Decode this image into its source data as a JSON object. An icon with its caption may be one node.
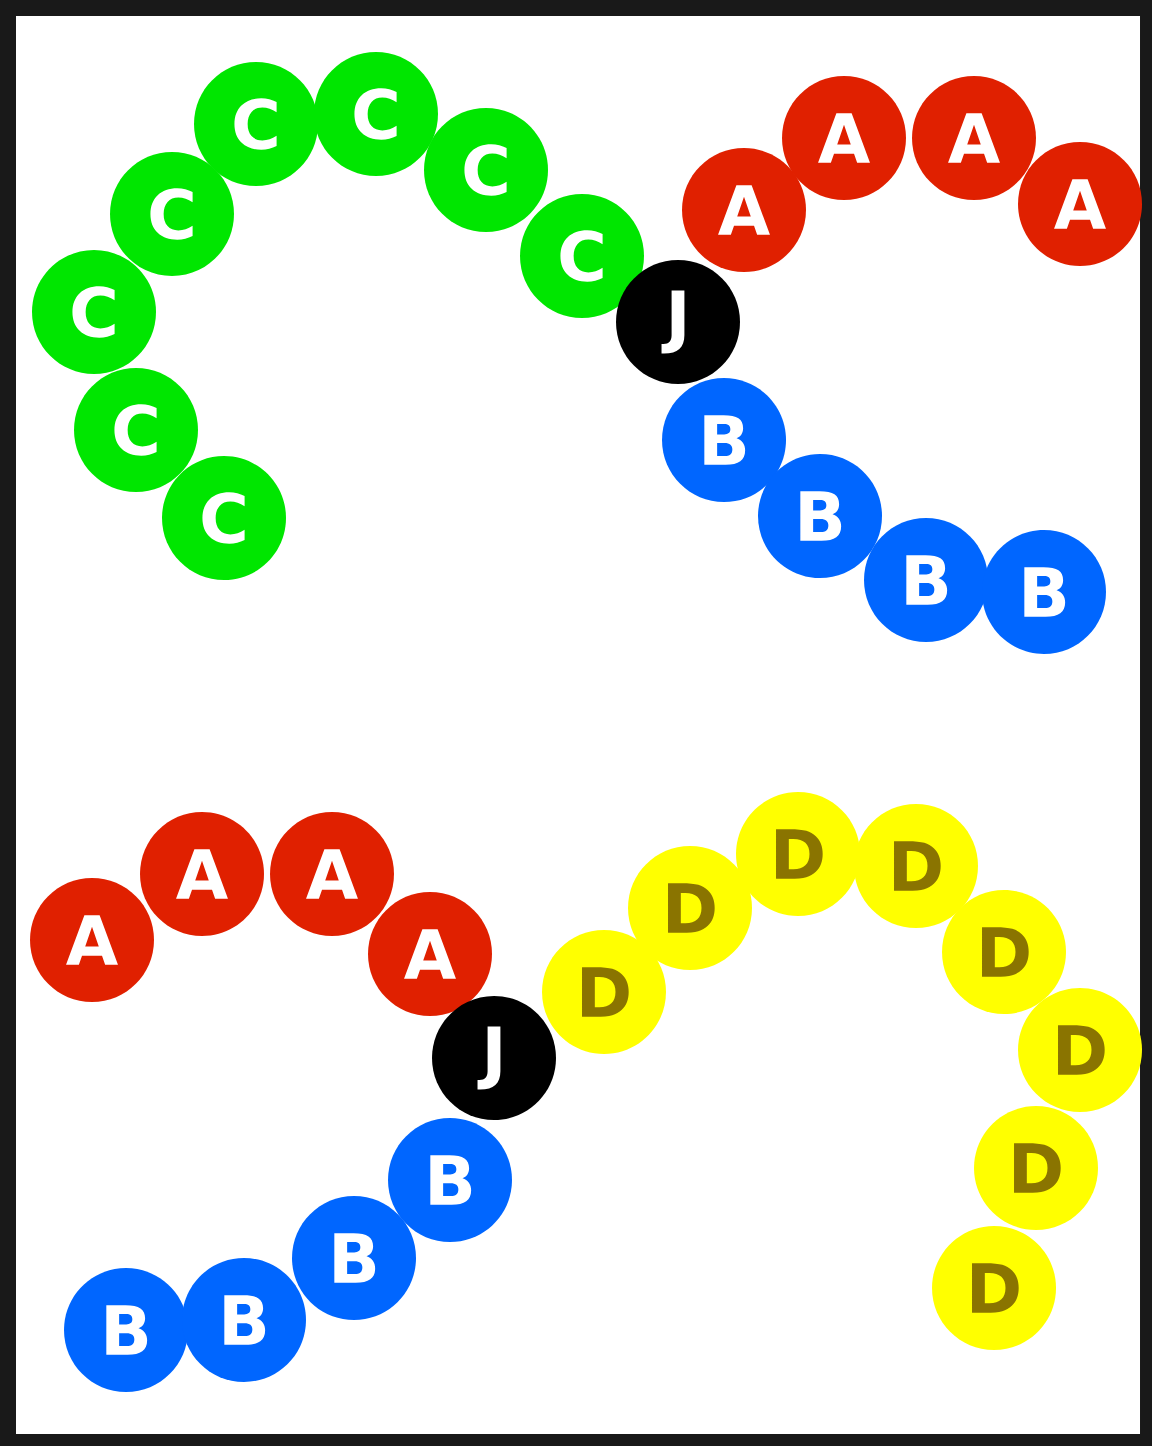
{
  "diagram": {
    "nodes": [
      {
        "text": [
          "C"
        ]
      },
      {
        "text": [
          "C"
        ]
      },
      {
        "text": [
          "C"
        ]
      },
      {
        "text": [
          "C"
        ]
      },
      {
        "text": [
          "C"
        ]
      },
      {
        "text": [
          "C"
        ]
      },
      {
        "text": [
          "C"
        ]
      },
      {
        "text": [
          "C"
        ]
      },
      {
        "text": [
          "J"
        ]
      },
      {
        "text": [
          "A"
        ]
      },
      {
        "text": [
          "A"
        ]
      },
      {
        "text": [
          "A"
        ]
      },
      {
        "text": [
          "A"
        ]
      },
      {
        "text": [
          "B"
        ]
      },
      {
        "text": [
          "B"
        ]
      },
      {
        "text": [
          "B"
        ]
      },
      {
        "text": [
          "B"
        ]
      },
      {
        "text": [
          "A"
        ]
      },
      {
        "text": [
          "A"
        ]
      },
      {
        "text": [
          "A"
        ]
      },
      {
        "text": [
          "A"
        ]
      },
      {
        "text": [
          "J"
        ]
      },
      {
        "text": [
          "D"
        ]
      },
      {
        "text": [
          "D"
        ]
      },
      {
        "text": [
          "D"
        ]
      },
      {
        "text": [
          "D"
        ]
      },
      {
        "text": [
          "D"
        ]
      },
      {
        "text": [
          "D"
        ]
      },
      {
        "text": [
          "D"
        ]
      },
      {
        "text": [
          "D"
        ]
      },
      {
        "text": [
          "B"
        ]
      },
      {
        "text": [
          "B"
        ]
      },
      {
        "text": [
          "B"
        ]
      },
      {
        "text": [
          "B"
        ]
      }
    ]
  }
}
